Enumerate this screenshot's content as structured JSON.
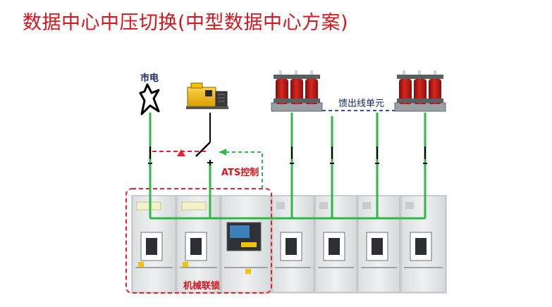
{
  "title": "数据中心中压切换(中型数据中心方案)",
  "labels": {
    "utility_grid": "市电",
    "feeder_unit": "馈出线单元",
    "ats_control": "ATS控制",
    "mechanical_interlock": "机械联锁"
  },
  "colors": {
    "title": "#d8141c",
    "label_navy": "#16286a",
    "busbar": "#2fb84a",
    "control_dash": "#e6222a",
    "ats_dash": "#2fb84a",
    "feeder_dash": "#2f4fa8",
    "transformer": "#c8201d",
    "generator": "#f2b705",
    "cabinet": "#e6e8e9"
  }
}
